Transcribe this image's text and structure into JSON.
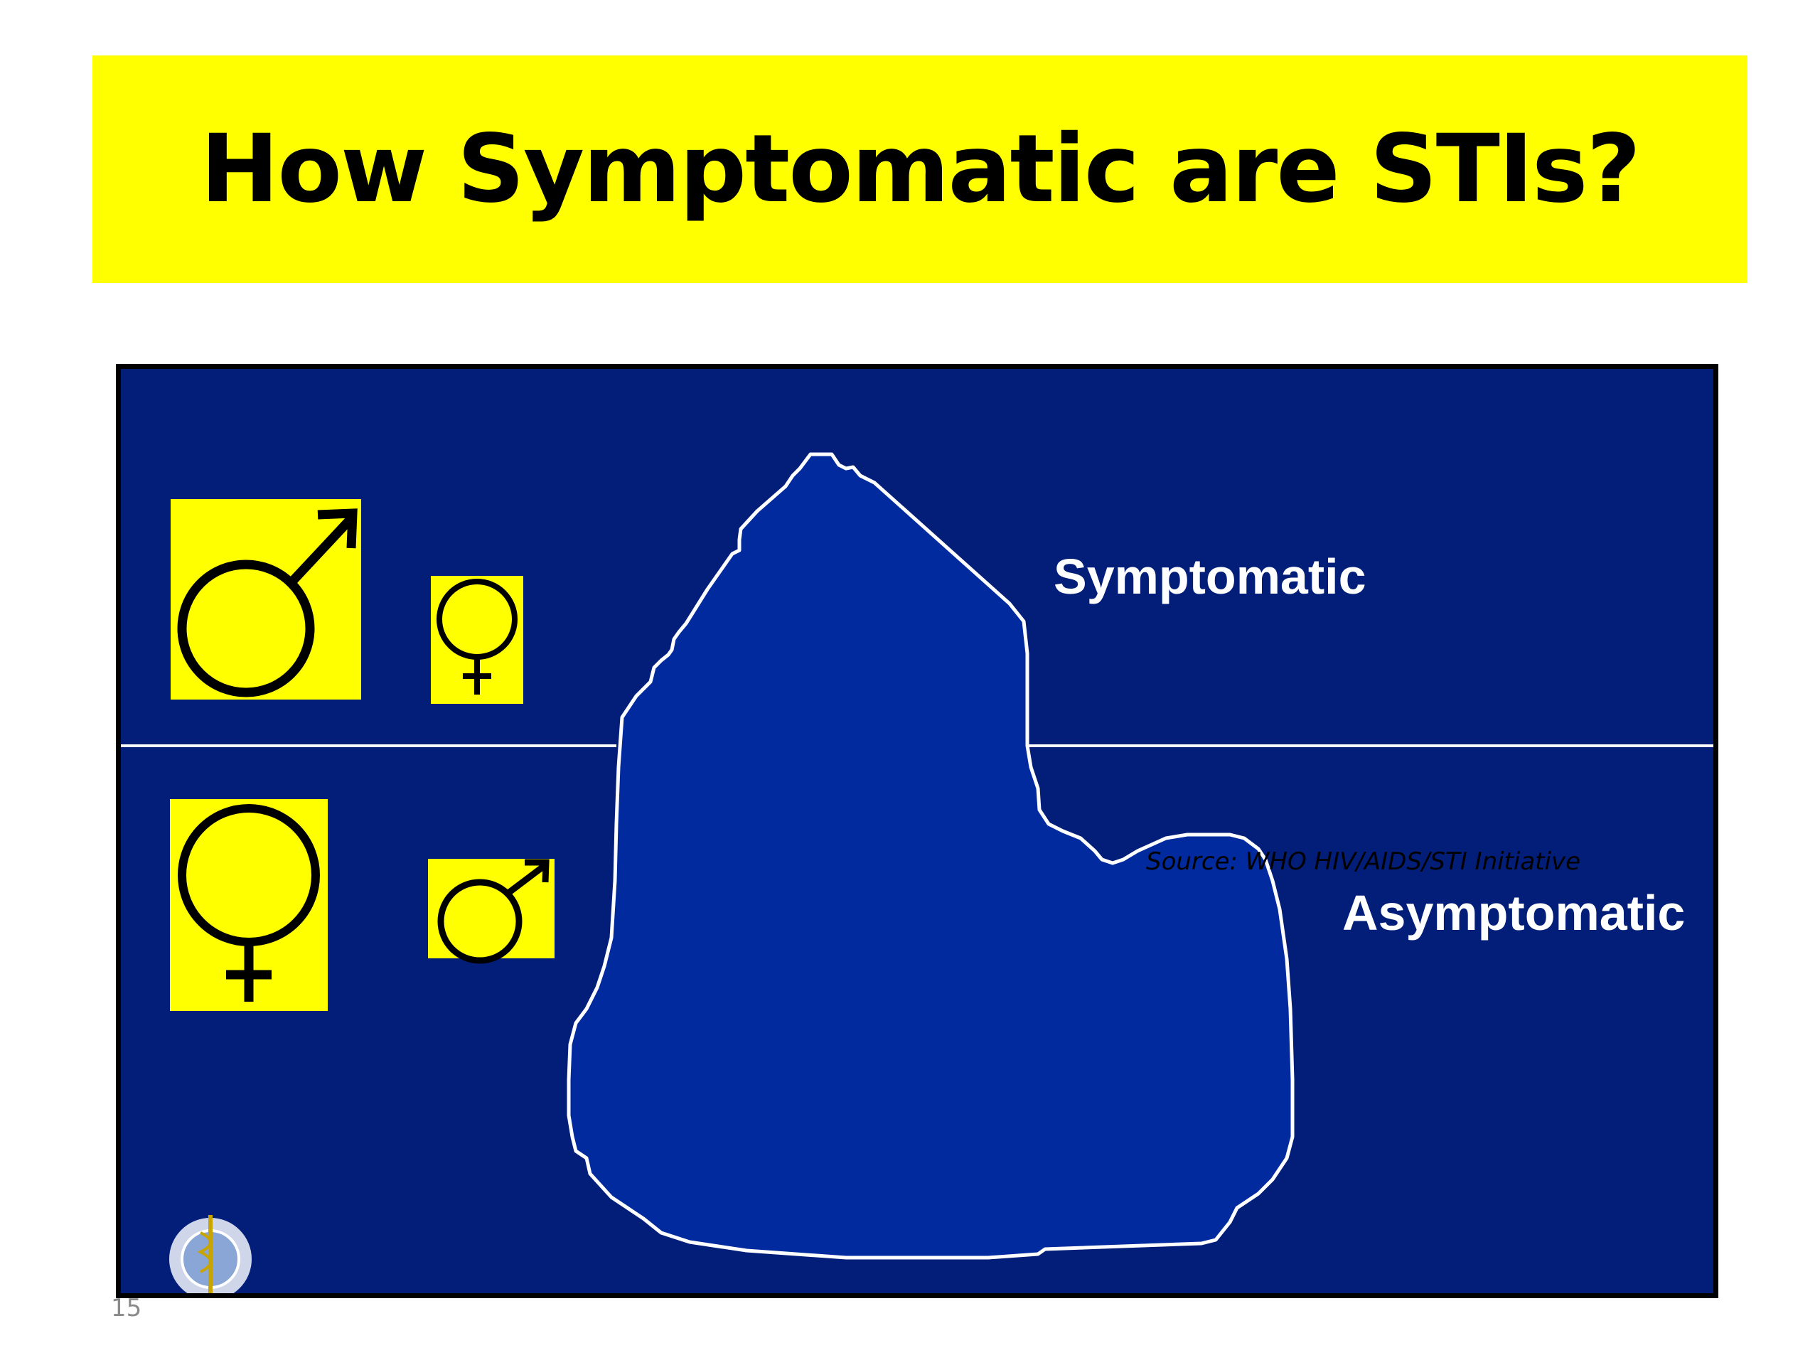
{
  "slide": {
    "title": "How Symptomatic are STIs?",
    "page_number": "15"
  },
  "figure": {
    "label_top": "Symptomatic",
    "label_bottom": "Asymptomatic",
    "source": "Source: WHO HIV/AIDS/STI Initiative",
    "icons": {
      "top_left": "male-symbol-icon",
      "top_right": "female-symbol-icon",
      "bottom_left": "female-symbol-icon",
      "bottom_right": "male-symbol-icon",
      "logo": "who-emblem-icon",
      "shape": "iceberg-icon"
    },
    "colors": {
      "background": "#021e78",
      "iceberg_fill": "#002a9e",
      "symbol_box": "#ffff00",
      "title_bar": "#ffff00"
    }
  }
}
